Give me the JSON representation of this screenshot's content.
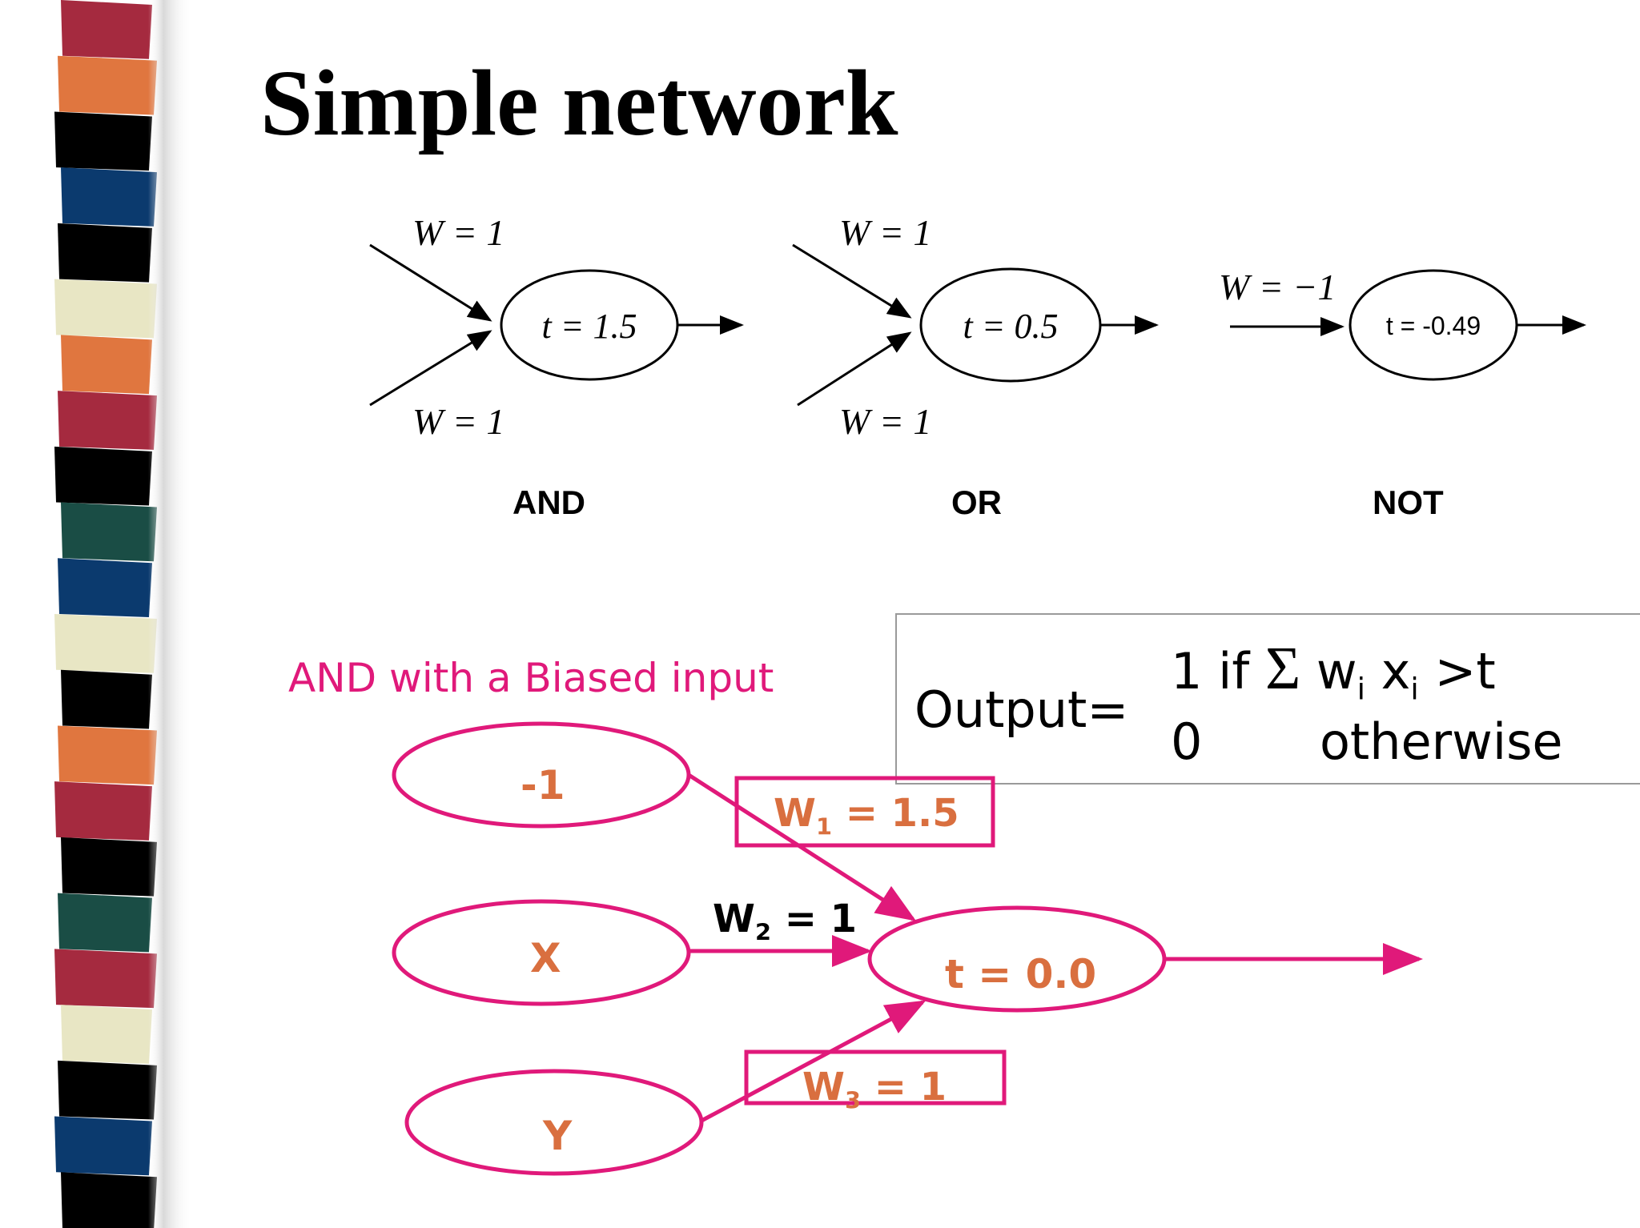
{
  "slide": {
    "title": "Simple network"
  },
  "gates": [
    {
      "name": "AND",
      "w_top": "W = 1",
      "w_bottom": "W = 1",
      "threshold": "t = 1.5"
    },
    {
      "name": "OR",
      "w_top": "W = 1",
      "w_bottom": "W = 1",
      "threshold": "t = 0.5"
    },
    {
      "name": "NOT",
      "w_top": "W = −1",
      "threshold": "t = -0.49"
    }
  ],
  "biased": {
    "caption": "AND with a Biased input",
    "nodes": {
      "bias": "-1",
      "x": "X",
      "y": "Y",
      "output": "t = 0.0"
    },
    "weights": {
      "w1": {
        "sym": "W",
        "sub": "1",
        "val": " = 1.5"
      },
      "w2": {
        "sym": "W",
        "sub": "2",
        "val": " = 1"
      },
      "w3": {
        "sym": "W",
        "sub": "3",
        "val": " = 1"
      }
    }
  },
  "output_rule": {
    "label": "Output=",
    "line1_prefix": "1 if",
    "sigma": "Σ",
    "w": "w",
    "w_sub": "i",
    "x": "x",
    "x_sub": "i",
    "suffix": ">t",
    "line2_value": "0",
    "line2_text": "otherwise"
  },
  "colors": {
    "accent": "#e0197a",
    "node_text": "#d96f3f",
    "stripes": [
      "#a52a3f",
      "#e0763f",
      "#000000",
      "#0b3a6e",
      "#e8e6c4",
      "#1a4d45"
    ]
  }
}
